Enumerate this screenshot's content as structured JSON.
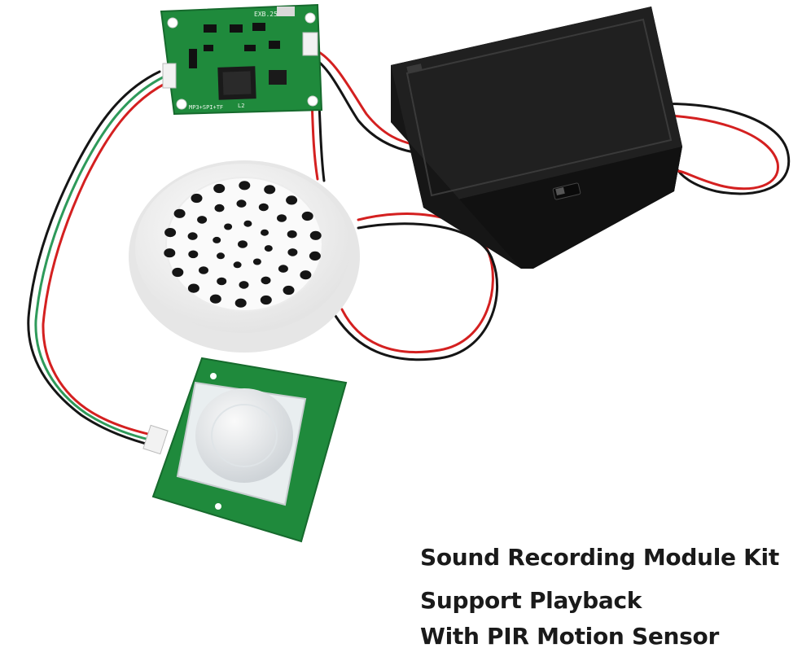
{
  "caption": {
    "line1": "Sound Recording Module Kit",
    "line2": "Support Playback",
    "line3": "With PIR Motion Sensor"
  },
  "board_silkscreen": {
    "model": "EXB.25",
    "footer": "MP3+SPI+TF",
    "l2": "L2"
  },
  "colors": {
    "background": "#ffffff",
    "pcb_green": "#1f8a3c",
    "wire_red": "#d42020",
    "wire_black": "#151515",
    "wire_green": "#2e9a5a",
    "battery_box": "#1c1c1c",
    "speaker": "#f5f5f5",
    "caption_text": "#1a1a1a"
  },
  "icons": {
    "switch": "slide-switch-icon"
  }
}
